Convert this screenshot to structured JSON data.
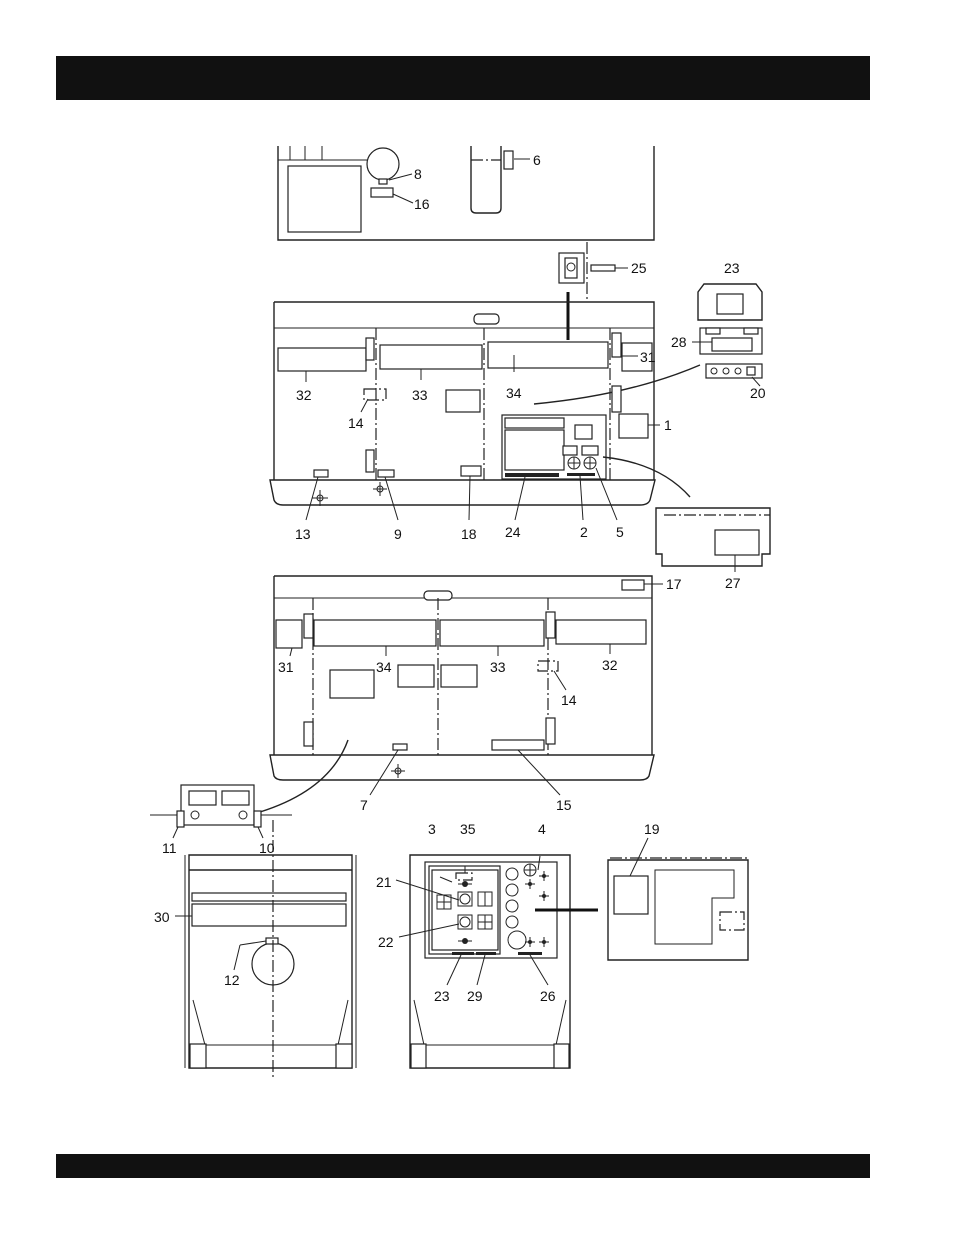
{
  "callouts": [
    {
      "id": "c8",
      "text": "8"
    },
    {
      "id": "c16",
      "text": "16"
    },
    {
      "id": "c6",
      "text": "6"
    },
    {
      "id": "c25",
      "text": "25"
    },
    {
      "id": "c23a",
      "text": "23"
    },
    {
      "id": "c28",
      "text": "28"
    },
    {
      "id": "c31a",
      "text": "31"
    },
    {
      "id": "c20",
      "text": "20"
    },
    {
      "id": "c32a",
      "text": "32"
    },
    {
      "id": "c33a",
      "text": "33"
    },
    {
      "id": "c34a",
      "text": "34"
    },
    {
      "id": "c14a",
      "text": "14"
    },
    {
      "id": "c1",
      "text": "1"
    },
    {
      "id": "c13",
      "text": "13"
    },
    {
      "id": "c9",
      "text": "9"
    },
    {
      "id": "c18",
      "text": "18"
    },
    {
      "id": "c24",
      "text": "24"
    },
    {
      "id": "c2",
      "text": "2"
    },
    {
      "id": "c5",
      "text": "5"
    },
    {
      "id": "c27",
      "text": "27"
    },
    {
      "id": "c17",
      "text": "17"
    },
    {
      "id": "c31b",
      "text": "31"
    },
    {
      "id": "c34b",
      "text": "34"
    },
    {
      "id": "c33b",
      "text": "33"
    },
    {
      "id": "c32b",
      "text": "32"
    },
    {
      "id": "c14b",
      "text": "14"
    },
    {
      "id": "c7",
      "text": "7"
    },
    {
      "id": "c15",
      "text": "15"
    },
    {
      "id": "c11",
      "text": "11"
    },
    {
      "id": "c10",
      "text": "10"
    },
    {
      "id": "c3",
      "text": "3"
    },
    {
      "id": "c35",
      "text": "35"
    },
    {
      "id": "c4",
      "text": "4"
    },
    {
      "id": "c19",
      "text": "19"
    },
    {
      "id": "c21",
      "text": "21"
    },
    {
      "id": "c30",
      "text": "30"
    },
    {
      "id": "c22",
      "text": "22"
    },
    {
      "id": "c12",
      "text": "12"
    },
    {
      "id": "c23b",
      "text": "23"
    },
    {
      "id": "c29",
      "text": "29"
    },
    {
      "id": "c26",
      "text": "26"
    }
  ]
}
